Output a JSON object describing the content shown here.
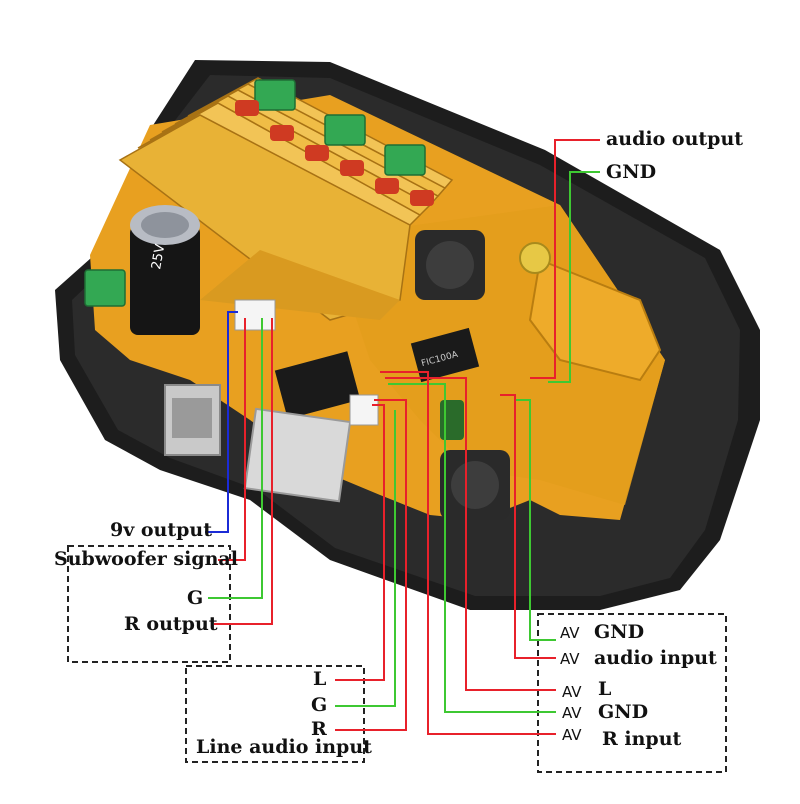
{
  "labels": {
    "audio_output": "audio output",
    "gnd_top": "GND",
    "nine_v_output": "9v output",
    "subwoofer_signal": "Subwoofer signal",
    "g_left": "G",
    "r_output": "R output",
    "l_line": "L",
    "g_line": "G",
    "r_line": "R",
    "line_audio_input": "Line audio input",
    "av_gnd": "GND",
    "av_audio_input": "audio input",
    "av_l": "L",
    "av_gnd2": "GND",
    "av_r_input": "R input"
  },
  "av_prefix": "AV",
  "board": {
    "chip1": "FIC100A",
    "cap_text": "25V"
  },
  "wire_colors": {
    "red": "#e8212b",
    "green": "#3ec832",
    "blue": "#1b2bd6"
  }
}
